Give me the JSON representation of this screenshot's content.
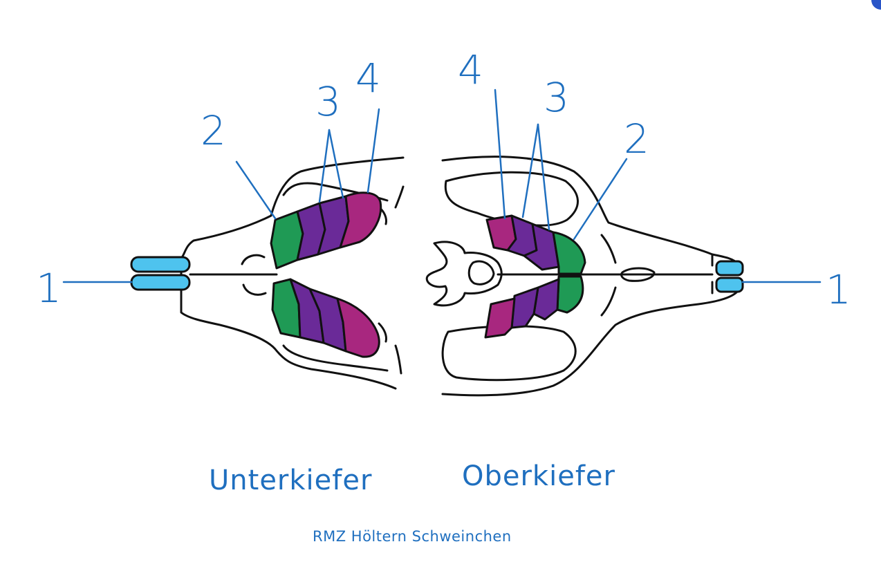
{
  "colors": {
    "label": "#1f6fbf",
    "outline": "#111111",
    "incisor": "#4ec3ee",
    "premolar": "#1f9a55",
    "molar": "#6a2a98",
    "last_molar": "#a8277f"
  },
  "lower_jaw": {
    "title": "Unterkiefer",
    "labels": {
      "incisor": "1",
      "premolar": "2",
      "molars": "3",
      "last_molar": "4"
    }
  },
  "upper_jaw": {
    "title": "Oberkiefer",
    "labels": {
      "incisor": "1",
      "premolar": "2",
      "molars": "3",
      "last_molar": "4"
    }
  },
  "credit": "RMZ Höltern Schweinchen"
}
